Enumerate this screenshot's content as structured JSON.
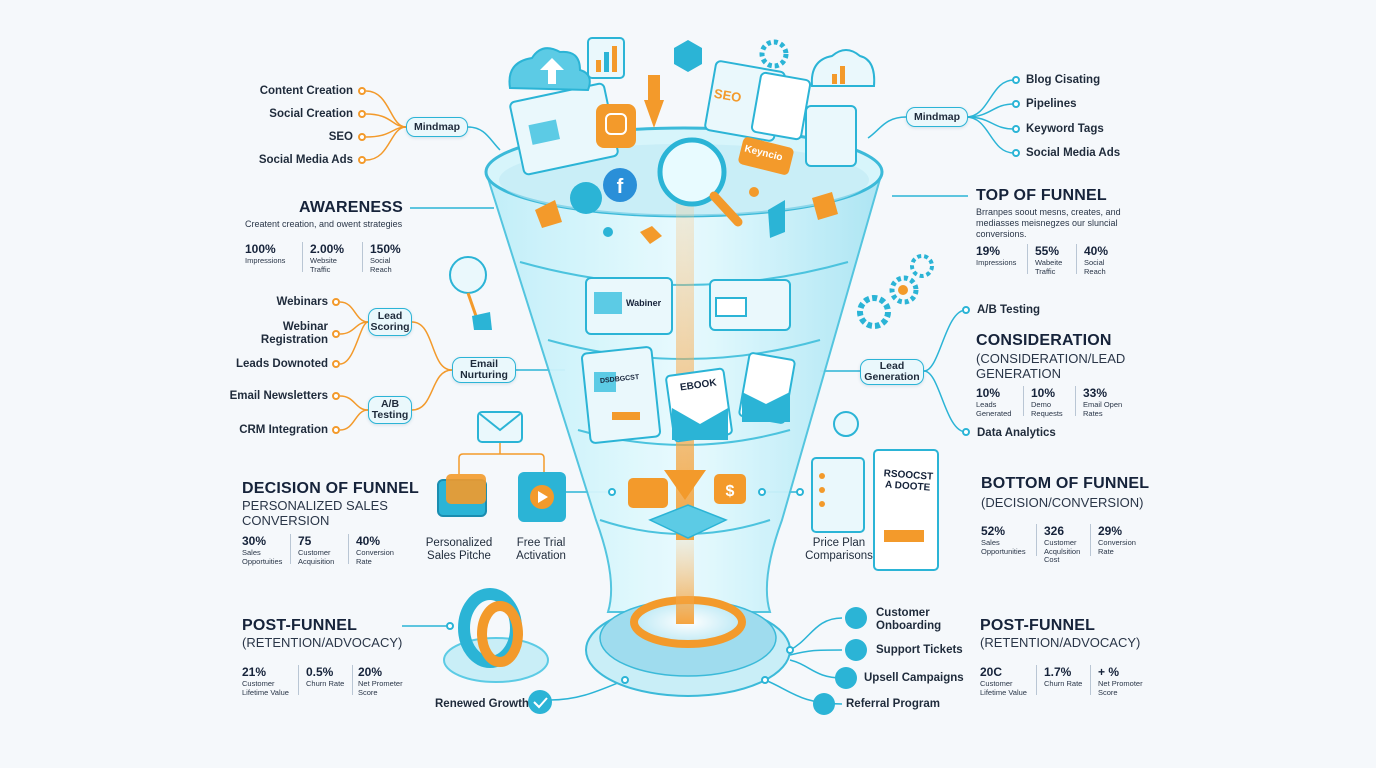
{
  "left_top": {
    "mindmap": "Mindmap",
    "items": [
      "Content Creation",
      "Social Creation",
      "SEO",
      "Social Media Ads"
    ]
  },
  "right_top": {
    "mindmap": "Mindmap",
    "items": [
      "Blog Cisating",
      "Pipelines",
      "Keyword Tags",
      "Social Media Ads"
    ]
  },
  "awareness": {
    "title": "AWARENESS",
    "desc": "Creatent creation, and owent strategies",
    "metrics": [
      {
        "value": "100%",
        "label": "Impressions"
      },
      {
        "value": "2.00%",
        "label": "Website Traffic"
      },
      {
        "value": "150%",
        "label": "Social Reach"
      }
    ]
  },
  "top_funnel": {
    "title": "TOP OF FUNNEL",
    "desc": "Brranpes soout mesns, creates, and mediasses meisnegzes our sluncial conversions.",
    "metrics": [
      {
        "value": "19%",
        "label": "Impressions"
      },
      {
        "value": "55%",
        "label": "Wabeite Traffic"
      },
      {
        "value": "40%",
        "label": "Social Reach"
      }
    ]
  },
  "left_mid": {
    "lead_scoring": "Lead Scoring",
    "email_nurturing": "Email Nurturing",
    "ab_testing": "A/B Testing",
    "items": [
      "Webinars",
      "Webinar Registration",
      "Leads Downoted",
      "Email Newsletters",
      "CRM Integration"
    ]
  },
  "consideration": {
    "ab_testing": "A/B Testing",
    "title": "CONSIDERATION",
    "subtitle": "(CONSIDERATION/LEAD GENERATION",
    "lead_generation": "Lead Generation",
    "data_analytics": "Data Analytics",
    "metrics": [
      {
        "value": "10%",
        "label": "Leads Generated"
      },
      {
        "value": "10%",
        "label": "Demo Requests"
      },
      {
        "value": "33%",
        "label": "Email Open Rates"
      }
    ]
  },
  "decision": {
    "title": "DECISION OF FUNNEL",
    "subtitle": "PERSONALIZED SALES CONVERSION",
    "metrics": [
      {
        "value": "30%",
        "label": "Sales Opportuities"
      },
      {
        "value": "75",
        "label": "Customer Acquisition"
      },
      {
        "value": "40%",
        "label": "Conversion Rate"
      }
    ],
    "personalized": "Personalized Sales Pitche",
    "free_trial": "Free Trial Activation"
  },
  "bottom_funnel": {
    "title": "BOTTOM OF FUNNEL",
    "subtitle": "(DECISION/CONVERSION)",
    "metrics": [
      {
        "value": "52%",
        "label": "Sales Opportunities"
      },
      {
        "value": "326",
        "label": "Customer Acqulsition Cost"
      },
      {
        "value": "29%",
        "label": "Conversion Rate"
      }
    ],
    "price_plan": "Price Plan Comparisons",
    "doc_text": "RSOOCST A DOOTE"
  },
  "post_left": {
    "title": "POST-FUNNEL",
    "subtitle": "(RETENTION/ADVOCACY)",
    "metrics": [
      {
        "value": "21%",
        "label": "Customer Lifetime Value"
      },
      {
        "value": "0.5%",
        "label": "Churn Rate"
      },
      {
        "value": "20%",
        "label": "Net Prometer Score"
      }
    ],
    "renewed": "Renewed Growth"
  },
  "post_right": {
    "title": "POST-FUNNEL",
    "subtitle": "(RETENTION/ADVOCACY)",
    "metrics": [
      {
        "value": "20C",
        "label": "Customer Lifetime Value"
      },
      {
        "value": "1.7%",
        "label": "Churn Rate"
      },
      {
        "value": "+ %",
        "label": "Net Promoter Score"
      }
    ],
    "items": [
      "Customer Onboarding",
      "Support Tickets",
      "Upsell Campaigns",
      "Referral Program"
    ]
  },
  "funnel_art": {
    "seo": "SEO",
    "keyword": "Keyncio",
    "webinar": "Wabiner",
    "ebook": "EBOOK",
    "doc": "DSDBGCST"
  },
  "colors": {
    "accent_blue": "#2bb4d6",
    "accent_orange": "#f39a2b",
    "text": "#1e2a3a"
  }
}
